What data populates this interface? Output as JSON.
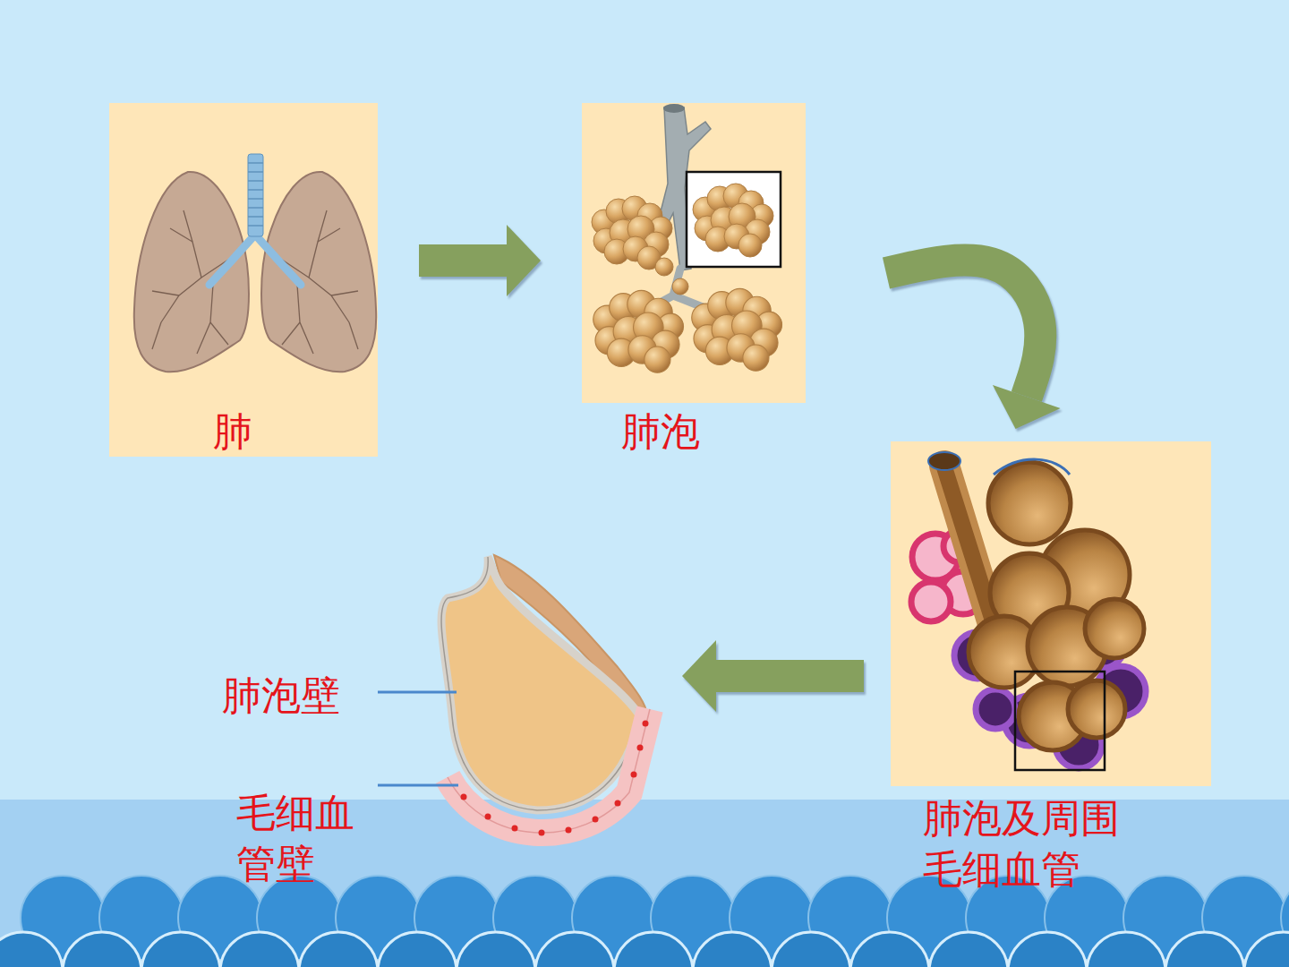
{
  "diagram": {
    "nodes": [
      {
        "text": [
          "肺"
        ]
      },
      {
        "text": [
          "肺泡"
        ]
      },
      {
        "text": [
          "肺泡及周围 毛细血管"
        ]
      },
      {
        "text": [
          "肺泡壁",
          "毛细血 管壁"
        ]
      }
    ],
    "edges": [
      {
        "from": 0,
        "to": 1,
        "arrow": "to"
      },
      {
        "from": 1,
        "to": 2,
        "arrow": "to"
      },
      {
        "from": 2,
        "to": 3,
        "arrow": "to"
      }
    ]
  }
}
